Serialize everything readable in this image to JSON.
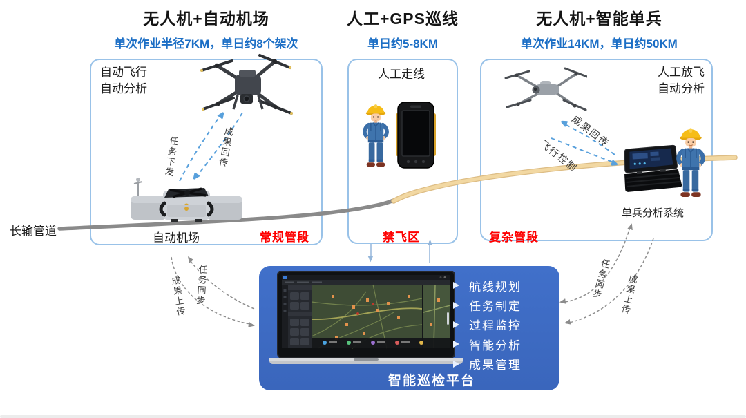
{
  "sections": {
    "left": {
      "title": "无人机+自动机场",
      "subtitle": "单次作业半径7KM，单日约8个架次",
      "note1": "自动飞行",
      "note2": "自动分析",
      "task_arrow_label": "任务下发",
      "result_arrow_label": "成果回传",
      "device_label": "自动机场",
      "segment_label": "常规管段"
    },
    "middle": {
      "title": "人工+GPS巡线",
      "subtitle": "单日约5-8KM",
      "note": "人工走线",
      "segment_label": "禁飞区"
    },
    "right": {
      "title": "无人机+智能单兵",
      "subtitle": "单次作业14KM，单日约50KM",
      "note1": "人工放飞",
      "note2": "自动分析",
      "result_arrow_label": "成果回传",
      "flight_arrow_label": "飞行控制",
      "device_label": "单兵分析系统",
      "segment_label": "复杂管段"
    }
  },
  "pipeline": {
    "label": "长输管道"
  },
  "platform": {
    "title": "智能巡检平台",
    "features": [
      "航线规划",
      "任务制定",
      "过程监控",
      "智能分析",
      "成果管理"
    ]
  },
  "sync": {
    "left_task": "任务同步",
    "left_result": "成果上传",
    "right_task": "任务同步",
    "right_result": "成果上传"
  },
  "colors": {
    "subtitle_blue": "#1b6ec5",
    "accent_red": "#fe0000",
    "box_border": "#99c2e8",
    "platform_blue": "#3d6cc4",
    "dashed_arrow_blue": "#58a0dc",
    "dashed_arrow_gray": "#8c8c8c",
    "pipe_gray": "#8a8a8a",
    "pipe_yellow": "#f2d8a2"
  }
}
